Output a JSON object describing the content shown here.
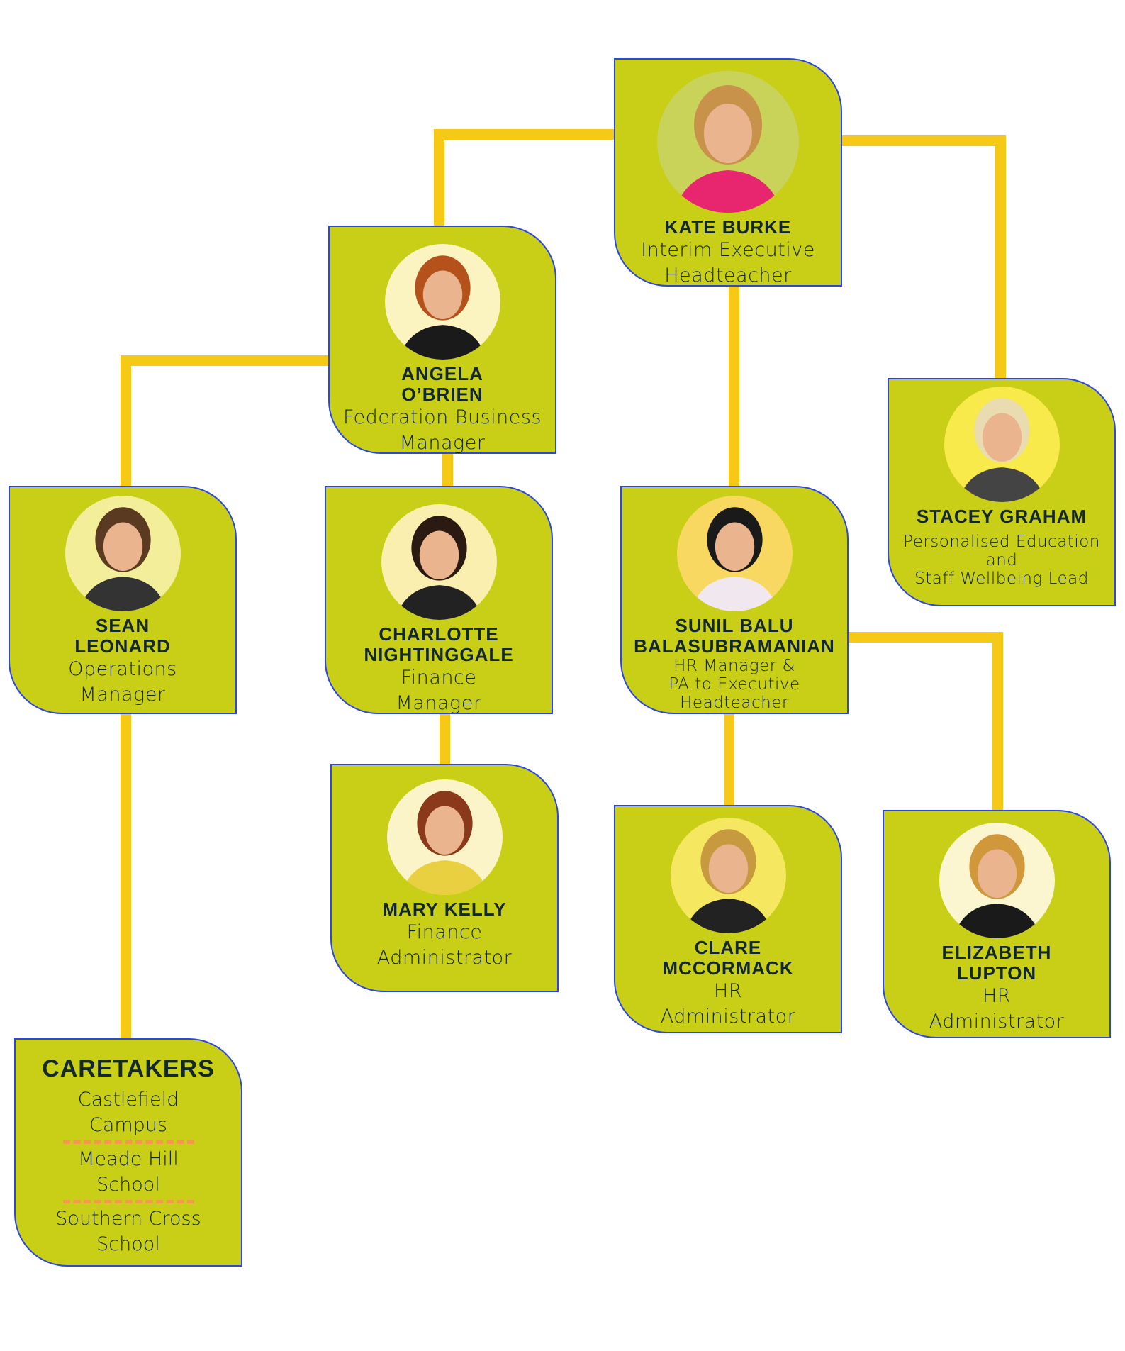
{
  "colors": {
    "box_fill": "#c8cf16",
    "box_border": "#2a45e8",
    "connector": "#f5c916",
    "text": "#13272e",
    "separator": "#f2994a"
  },
  "people": [
    {
      "id": "kate-burke",
      "name": [
        "KATE BURKE"
      ],
      "role": [
        "Interim Executive",
        "Headteacher"
      ],
      "photo_tint": "#c9d35a",
      "shirt": "#e8256f",
      "hair": "#c8924a"
    },
    {
      "id": "angela-obrien",
      "name": [
        "ANGELA",
        "O’BRIEN"
      ],
      "role": [
        "Federation Business",
        "Manager"
      ],
      "photo_tint": "#fbf3c0",
      "shirt": "#1a1a1a",
      "hair": "#b5521c"
    },
    {
      "id": "stacey-graham",
      "name": [
        "STACEY GRAHAM"
      ],
      "role": [
        "Personalised Education",
        "and",
        "Staff Wellbeing Lead"
      ],
      "photo_tint": "#f7ea4a",
      "shirt": "#444",
      "hair": "#e8dcb0"
    },
    {
      "id": "sean-leonard",
      "name": [
        "SEAN",
        "LEONARD"
      ],
      "role": [
        "Operations",
        "Manager"
      ],
      "photo_tint": "#f3ee9a",
      "shirt": "#333",
      "hair": "#5a3a20"
    },
    {
      "id": "charlotte-nightinggale",
      "name": [
        "CHARLOTTE",
        "NIGHTINGGALE"
      ],
      "role": [
        "Finance",
        "Manager"
      ],
      "photo_tint": "#fbefb0",
      "shirt": "#222",
      "hair": "#2a1a12"
    },
    {
      "id": "sunil-balasubramanian",
      "name": [
        "SUNIL BALU",
        "BALASUBRAMANIAN"
      ],
      "role": [
        "HR Manager &",
        "PA to Executive",
        "Headteacher"
      ],
      "photo_tint": "#f8d860",
      "shirt": "#f0e8ee",
      "hair": "#1a1a1a"
    },
    {
      "id": "mary-kelly",
      "name": [
        "MARY KELLY"
      ],
      "role": [
        "Finance",
        "Administrator"
      ],
      "photo_tint": "#fbf4c8",
      "shirt": "#e8d040",
      "hair": "#8a3a1a"
    },
    {
      "id": "clare-mccormack",
      "name": [
        "CLARE",
        "MCCORMACK"
      ],
      "role": [
        "HR",
        "Administrator"
      ],
      "photo_tint": "#f5e860",
      "shirt": "#222",
      "hair": "#c89a40"
    },
    {
      "id": "elizabeth-lupton",
      "name": [
        "ELIZABETH",
        "LUPTON"
      ],
      "role": [
        "HR",
        "Administrator"
      ],
      "photo_tint": "#fbf6d0",
      "shirt": "#1a1a1a",
      "hair": "#d0983a"
    }
  ],
  "caretakers": {
    "title": "CARETAKERS",
    "sites": [
      [
        "Castlefield",
        "Campus"
      ],
      [
        "Meade Hill",
        "School"
      ],
      [
        "Southern Cross",
        "School"
      ]
    ]
  }
}
